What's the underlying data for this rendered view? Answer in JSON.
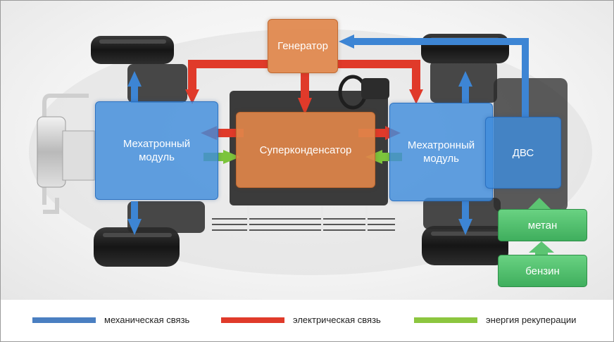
{
  "nodes": {
    "generator": "Генератор",
    "mechatronic_left": "Мехатронный модуль",
    "supercapacitor": "Суперконденсатор",
    "mechatronic_right": "Мехатронный модуль",
    "ice": "ДВС",
    "fuel_methane": "метан",
    "fuel_gasoline": "бензин"
  },
  "legend": [
    {
      "label": "механическая связь",
      "color": "#4a7fc1"
    },
    {
      "label": "электрическая связь",
      "color": "#e03a2a"
    },
    {
      "label": "энергия рекуперации",
      "color": "#8cc63f"
    }
  ],
  "colors": {
    "mechanical": "#3d85d4",
    "electrical": "#e03a2a",
    "recuperation": "#7cc43c",
    "module_fill": "#408cdc",
    "capacitor_fill": "#e0864a",
    "fuel_fill": "#4fbf6b"
  }
}
